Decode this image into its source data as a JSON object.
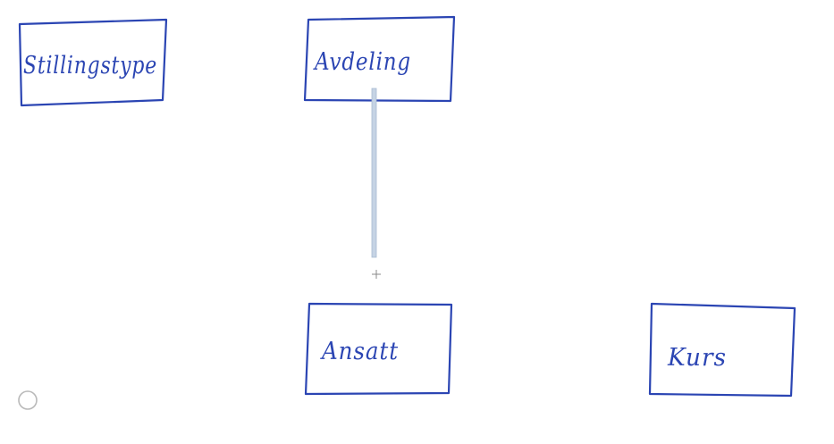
{
  "colors": {
    "ink": "#2b45b3",
    "drag_line_fill": "#c5d3e4",
    "drag_line_stroke": "#a9bbd2",
    "cursor": "#8a8a8a",
    "tool_circle": "#b9b9b9"
  },
  "entities": [
    {
      "id": "stillingstype",
      "label": "Stillingstype"
    },
    {
      "id": "avdeling",
      "label": "Avdeling"
    },
    {
      "id": "ansatt",
      "label": "Ansatt"
    },
    {
      "id": "kurs",
      "label": "Kurs"
    }
  ],
  "icons": {
    "cursor": "crosshair-cursor-icon",
    "tool": "circle-tool-icon"
  }
}
